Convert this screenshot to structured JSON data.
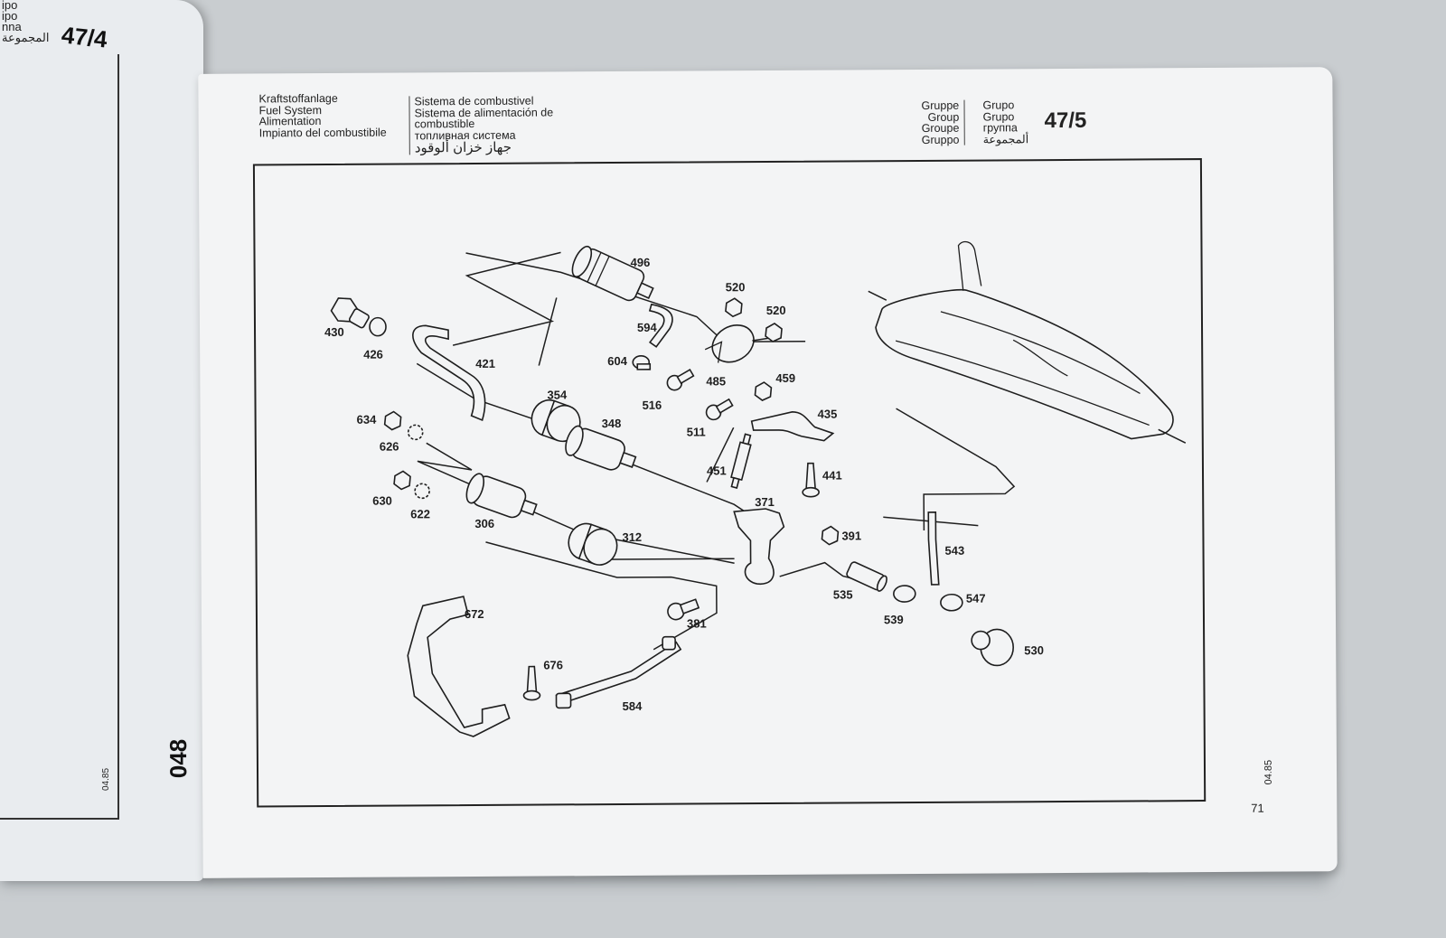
{
  "left_page": {
    "tiny_text": [
      "ipo",
      "ipo",
      "nna",
      "المجموعة"
    ],
    "group_number": "47/4",
    "date": "04.85"
  },
  "header": {
    "titles_col1": [
      "Kraftstoffanlage",
      "Fuel System",
      "Alimentation",
      "Impianto del combustibile"
    ],
    "titles_col2": [
      "Sistema de combustivel",
      "Sistema de alimentación de",
      "combustible",
      "топливная система",
      "جهاز خزان ألوقود"
    ],
    "group_labels_col1": [
      "Gruppe",
      "Group",
      "Groupe",
      "Gruppo"
    ],
    "group_labels_col2": [
      "Grupo",
      "Grupo",
      "группа",
      "ألمجموعة"
    ],
    "group_number": "47/5"
  },
  "footer": {
    "page_code": "048",
    "date": "04.85",
    "page_number": "71"
  },
  "part_labels": {
    "p430": "430",
    "p426": "426",
    "p421": "421",
    "p634": "634",
    "p626": "626",
    "p630": "630",
    "p622": "622",
    "p306": "306",
    "p354": "354",
    "p348": "348",
    "p312": "312",
    "p496": "496",
    "p594": "594",
    "p604": "604",
    "p516": "516",
    "p520a": "520",
    "p520b": "520",
    "p485": "485",
    "p459": "459",
    "p511": "511",
    "p435": "435",
    "p451": "451",
    "p441": "441",
    "p371": "371",
    "p391": "391",
    "p381": "381",
    "p535": "535",
    "p539": "539",
    "p543": "543",
    "p547": "547",
    "p530": "530",
    "p672": "672",
    "p676": "676",
    "p584": "584"
  }
}
